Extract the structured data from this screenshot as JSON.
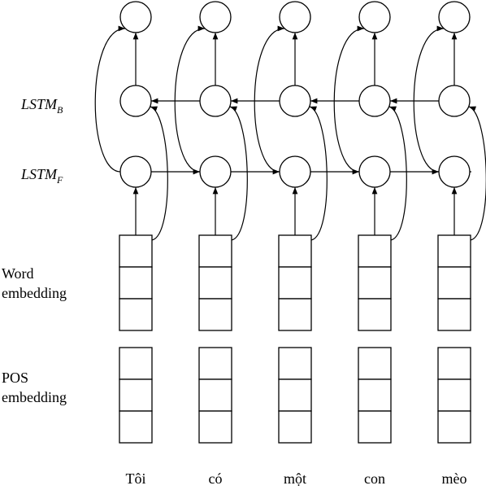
{
  "labels": {
    "lstm_backward_main": "LSTM",
    "lstm_backward_sub": "B",
    "lstm_forward_main": "LSTM",
    "lstm_forward_sub": "F",
    "word_embedding_line1": "Word",
    "word_embedding_line2": "embedding",
    "pos_embedding_line1": "POS",
    "pos_embedding_line2": "embedding"
  },
  "tokens": [
    "Tôi",
    "có",
    "một",
    "con",
    "mèo"
  ],
  "embedding_cells": 3
}
